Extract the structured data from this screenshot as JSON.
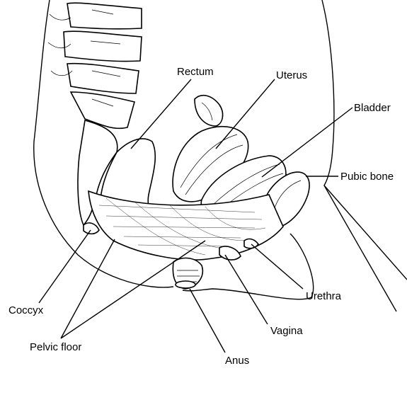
{
  "diagram": {
    "labels": {
      "rectum": "Rectum",
      "uterus": "Uterus",
      "bladder": "Bladder",
      "pubic_bone": "Pubic bone",
      "coccyx": "Coccyx",
      "pelvic_floor": "Pelvic floor",
      "urethra": "Urethra",
      "vagina": "Vagina",
      "anus": "Anus"
    }
  }
}
